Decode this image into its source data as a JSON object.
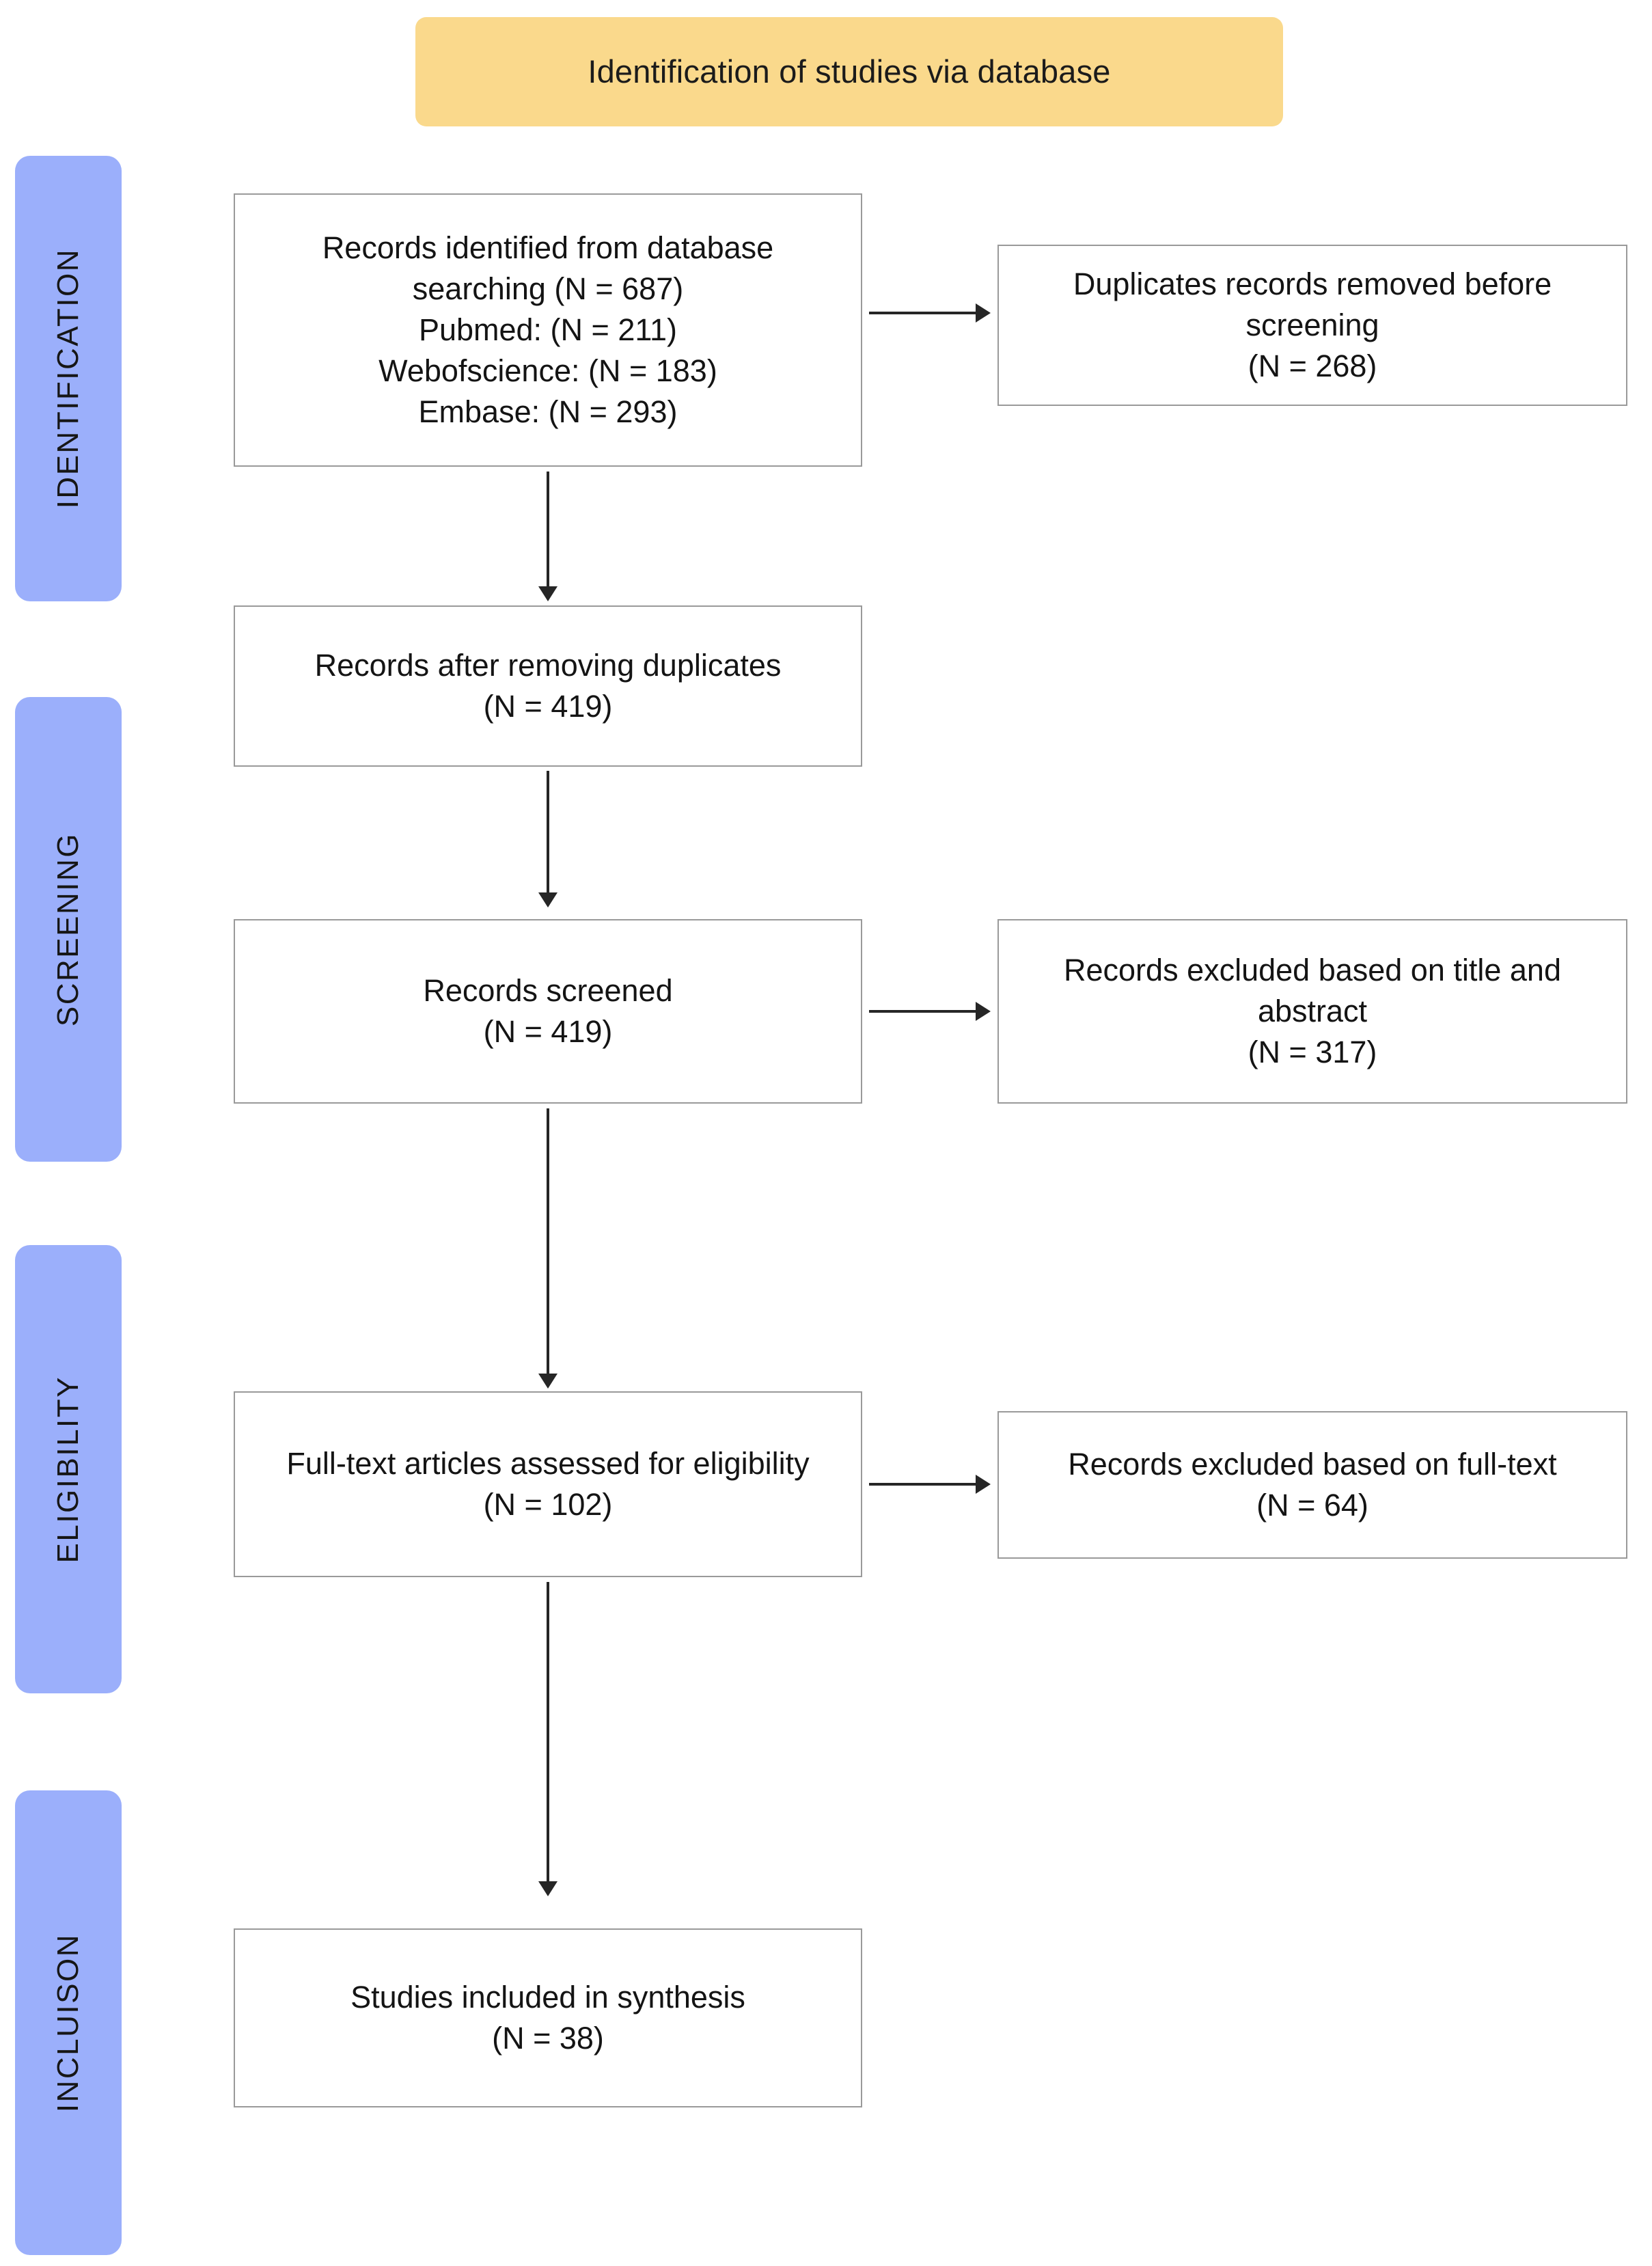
{
  "diagram": {
    "title": "Identification of studies via database",
    "type": "prisma-flow-diagram",
    "colors": {
      "banner_fill": "#fad98c",
      "stage_bar_fill": "#9baffb",
      "box_border": "#9a9a9a",
      "box_fill": "#ffffff",
      "arrow": "#262626",
      "text": "#141414"
    }
  },
  "stages": [
    {
      "label": "IDENTIFICATION"
    },
    {
      "label": "SCREENING"
    },
    {
      "label": "ELIGIBILITY"
    },
    {
      "label": "INCLUISON"
    }
  ],
  "boxes": {
    "identified": {
      "text": "Records identified from database\nsearching (N = 687)\nPubmed: (N = 211)\nWebofscience: (N = 183)\nEmbase: (N = 293)",
      "total_n": 687,
      "sources": [
        {
          "name": "Pubmed",
          "n": 211
        },
        {
          "name": "Webofscience",
          "n": 183
        },
        {
          "name": "Embase",
          "n": 293
        }
      ]
    },
    "duplicates_removed": {
      "text": "Duplicates records removed before\nscreening\n(N = 268)",
      "n": 268
    },
    "after_duplicates": {
      "text": "Records after removing duplicates\n(N = 419)",
      "n": 419
    },
    "screened": {
      "text": "Records screened\n(N = 419)",
      "n": 419
    },
    "excluded_title_abstract": {
      "text": "Records excluded based on title and\nabstract\n(N = 317)",
      "n": 317
    },
    "fulltext_assessed": {
      "text": "Full-text articles assessed for eligibility\n(N = 102)",
      "n": 102
    },
    "excluded_fulltext": {
      "text": "Records excluded based on full-text\n(N = 64)",
      "n": 64
    },
    "included": {
      "text": "Studies included in synthesis\n(N = 38)",
      "n": 38
    }
  }
}
